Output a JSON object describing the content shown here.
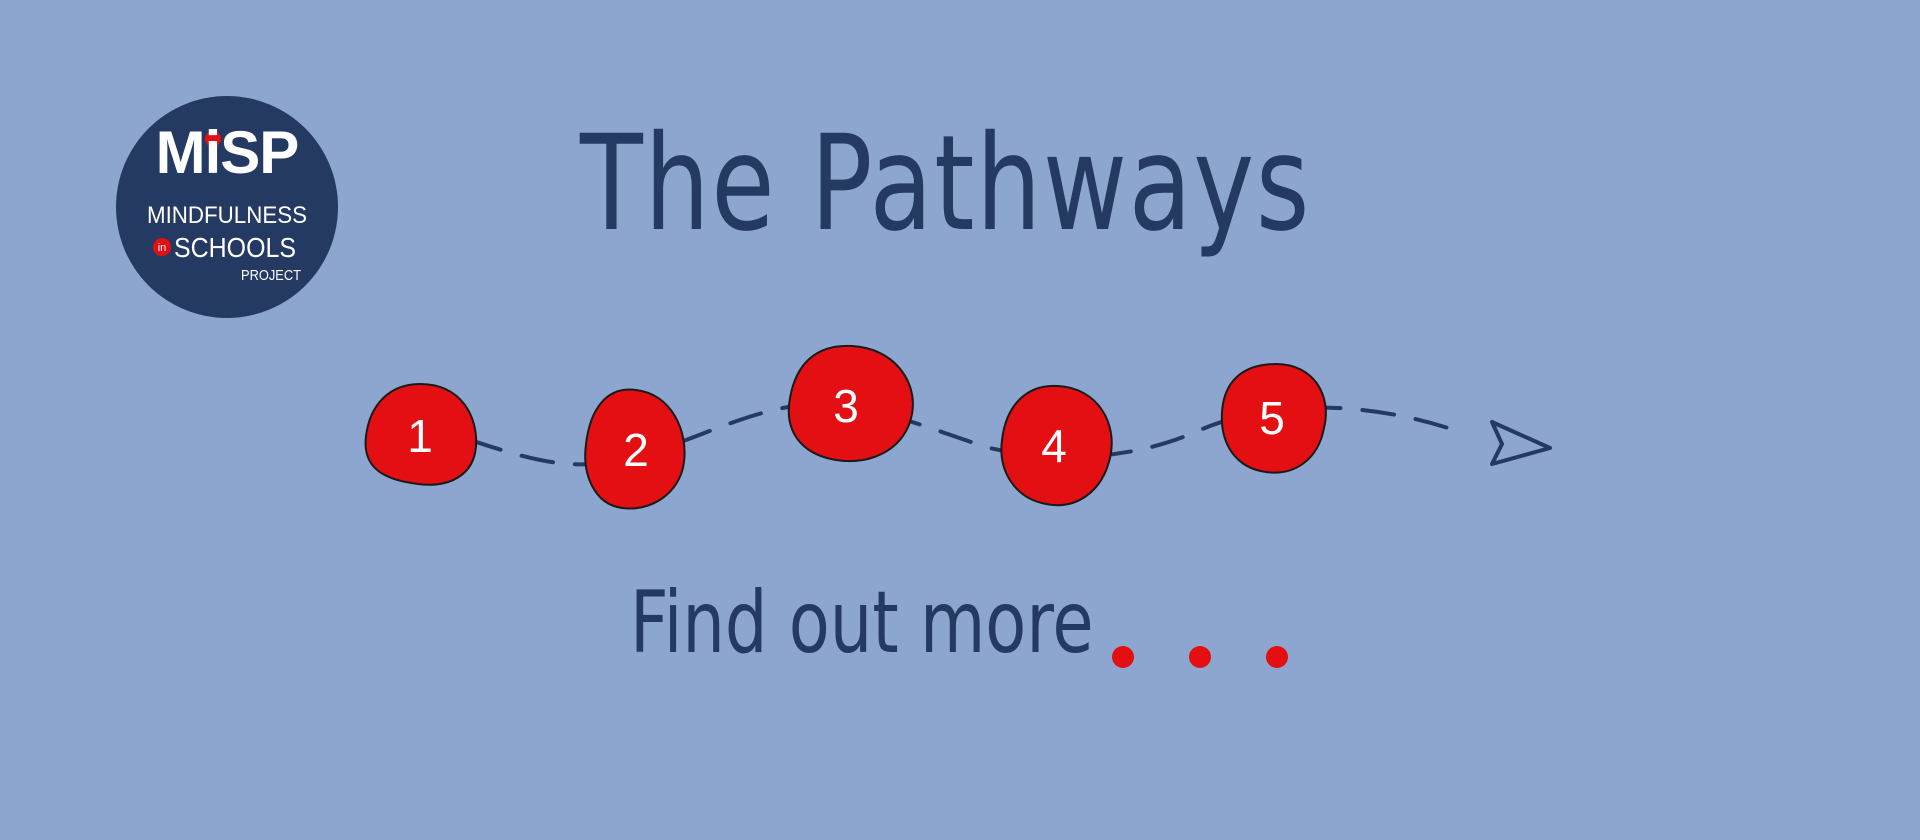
{
  "brand": {
    "logo_wordmark": "MiSP",
    "logo_line1": "MINDFULNESS",
    "logo_in": "in",
    "logo_line2": "SCHOOLS",
    "logo_line3": "PROJECT"
  },
  "title": "The Pathways",
  "steps": [
    {
      "label": "1"
    },
    {
      "label": "2"
    },
    {
      "label": "3"
    },
    {
      "label": "4"
    },
    {
      "label": "5"
    }
  ],
  "cta": {
    "text": "Find out more"
  },
  "colors": {
    "background": "#8da6cf",
    "navy": "#243a62",
    "accent_red": "#e30f13",
    "white": "#ffffff"
  }
}
